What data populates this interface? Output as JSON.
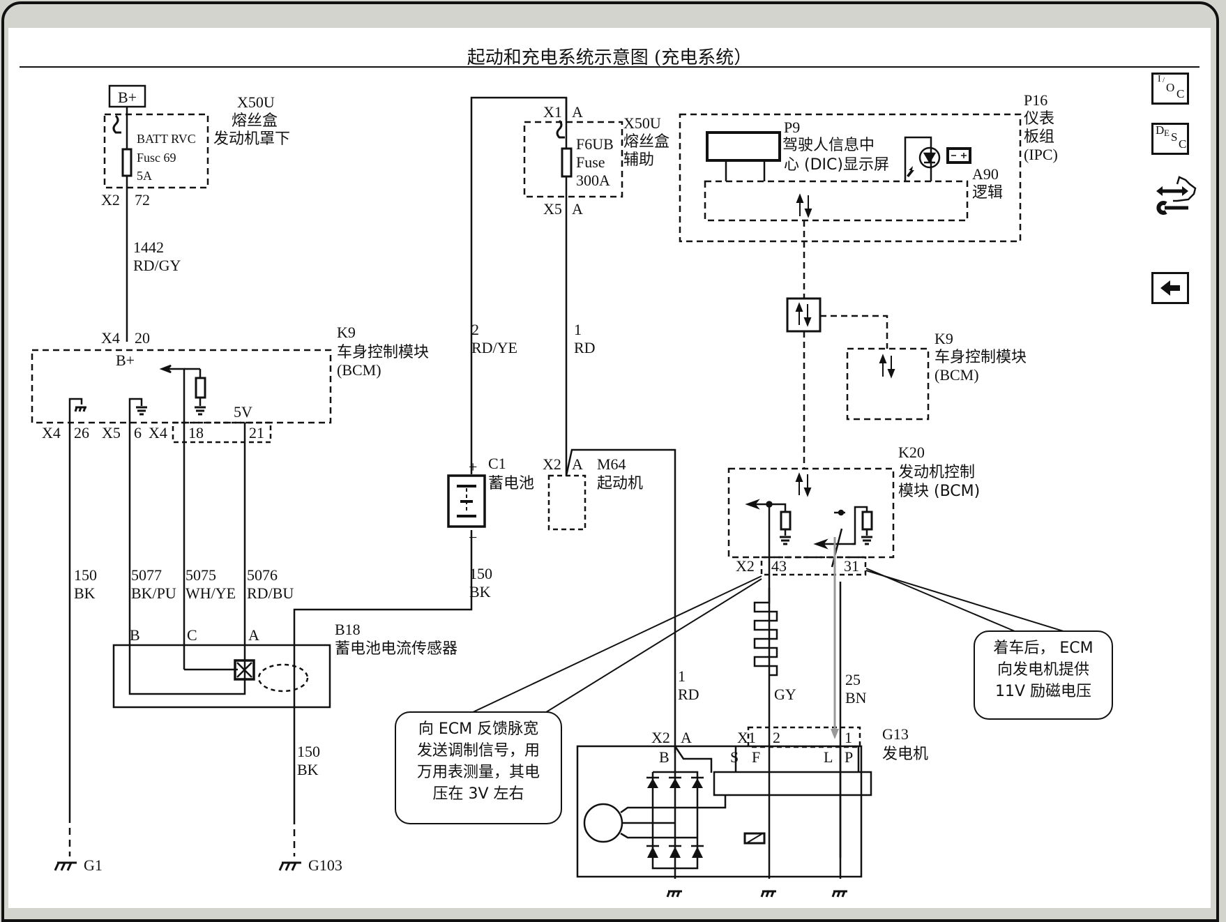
{
  "title": "起动和充电系统示意图 (充电系统）",
  "toolbar": {
    "buttons": [
      {
        "id": "io",
        "label_parts": [
          "I",
          "/",
          "O",
          "C"
        ],
        "icon": "io-control-icon"
      },
      {
        "id": "desc",
        "label_parts": [
          "D",
          "E",
          "S",
          "C"
        ],
        "icon": "description-icon"
      },
      {
        "id": "connector",
        "icon": "connector-wrench-icon"
      },
      {
        "id": "back",
        "icon": "back-arrow-icon"
      }
    ]
  },
  "components": {
    "bplus": "B+",
    "x50u_main": {
      "id": "X50U",
      "name_1": "熔丝盒",
      "name_2": "发动机罩下",
      "fuse_name": "BATT RVC",
      "fuse_no": "Fusc 69",
      "fuse_rating": "5A",
      "conn": "X2",
      "pin": "72"
    },
    "x50u_aux": {
      "id": "X50U",
      "name_1": "熔丝盒",
      "name_2": "辅助",
      "fuse_name": "F6UB",
      "fuse_no": "Fuse",
      "fuse_rating": "300A",
      "in_conn": "X1",
      "in_pin": "A",
      "out_conn": "X5",
      "out_pin": "A"
    },
    "p16": {
      "id": "P16",
      "name_1": "仪表",
      "name_2": "板组",
      "name_3": "(IPC)"
    },
    "p9": {
      "id": "P9",
      "name_1": "驾驶人信息中",
      "name_2": "心 (DIC)显示屏"
    },
    "a90": {
      "id": "A90",
      "name": "逻辑"
    },
    "k9_left": {
      "id": "K9",
      "name": "车身控制模块",
      "abbr": "(BCM)",
      "bplus": "B+",
      "v5": "5V",
      "in_conn": "X4",
      "in_pin": "20",
      "pins": [
        {
          "conn": "X4",
          "pin": "26"
        },
        {
          "conn": "X5",
          "pin": "6"
        },
        {
          "conn": "X4",
          "pin": "18"
        },
        {
          "conn": "",
          "pin": "21"
        }
      ]
    },
    "k9_right": {
      "id": "K9",
      "name": "车身控制模块",
      "abbr": "(BCM)"
    },
    "k20": {
      "id": "K20",
      "name_1": "发动机控制",
      "name_2": "模块 (BCM)",
      "conn": "X2",
      "pin_a": "43",
      "pin_b": "31"
    },
    "c1": {
      "id": "C1",
      "name": "蓄电池",
      "plus": "+",
      "minus": "−"
    },
    "m64": {
      "id": "M64",
      "name": "起动机",
      "conn": "X2",
      "pin": "A"
    },
    "b18": {
      "id": "B18",
      "name": "蓄电池电流传感器",
      "pin_b": "B",
      "pin_c": "C",
      "pin_a": "A"
    },
    "g13": {
      "id": "G13",
      "name": "发电机",
      "conn_b": "X2",
      "pin_b": "A",
      "conn_x1": "X1",
      "pin_2": "2",
      "pin_1": "1",
      "terminals": [
        "B",
        "S",
        "F",
        "L",
        "P"
      ]
    },
    "grounds": [
      "G1",
      "G103"
    ]
  },
  "wires": {
    "w1442": {
      "num": "1442",
      "color": "RD/GY"
    },
    "w2": {
      "num": "2",
      "color": "RD/YE"
    },
    "w1_top": {
      "num": "1",
      "color": "RD"
    },
    "w150_a": {
      "num": "150",
      "color": "BK"
    },
    "w5077": {
      "num": "5077",
      "color": "BK/PU"
    },
    "w5075": {
      "num": "5075",
      "color": "WH/YE"
    },
    "w5076": {
      "num": "5076",
      "color": "RD/BU"
    },
    "w150_b": {
      "num": "150",
      "color": "BK"
    },
    "w150_c": {
      "num": "150",
      "color": "BK"
    },
    "w1_bot": {
      "num": "1",
      "color": "RD"
    },
    "wgy": {
      "num": "",
      "color": "GY"
    },
    "w25": {
      "num": "25",
      "color": "BN"
    }
  },
  "callouts": {
    "left": [
      "向 ECM 反馈脉宽",
      "发送调制信号，用",
      "万用表测量，其电",
      "压在 3V 左右"
    ],
    "right": [
      "着车后， ECM",
      "向发电机提供",
      "11V 励磁电压"
    ]
  }
}
